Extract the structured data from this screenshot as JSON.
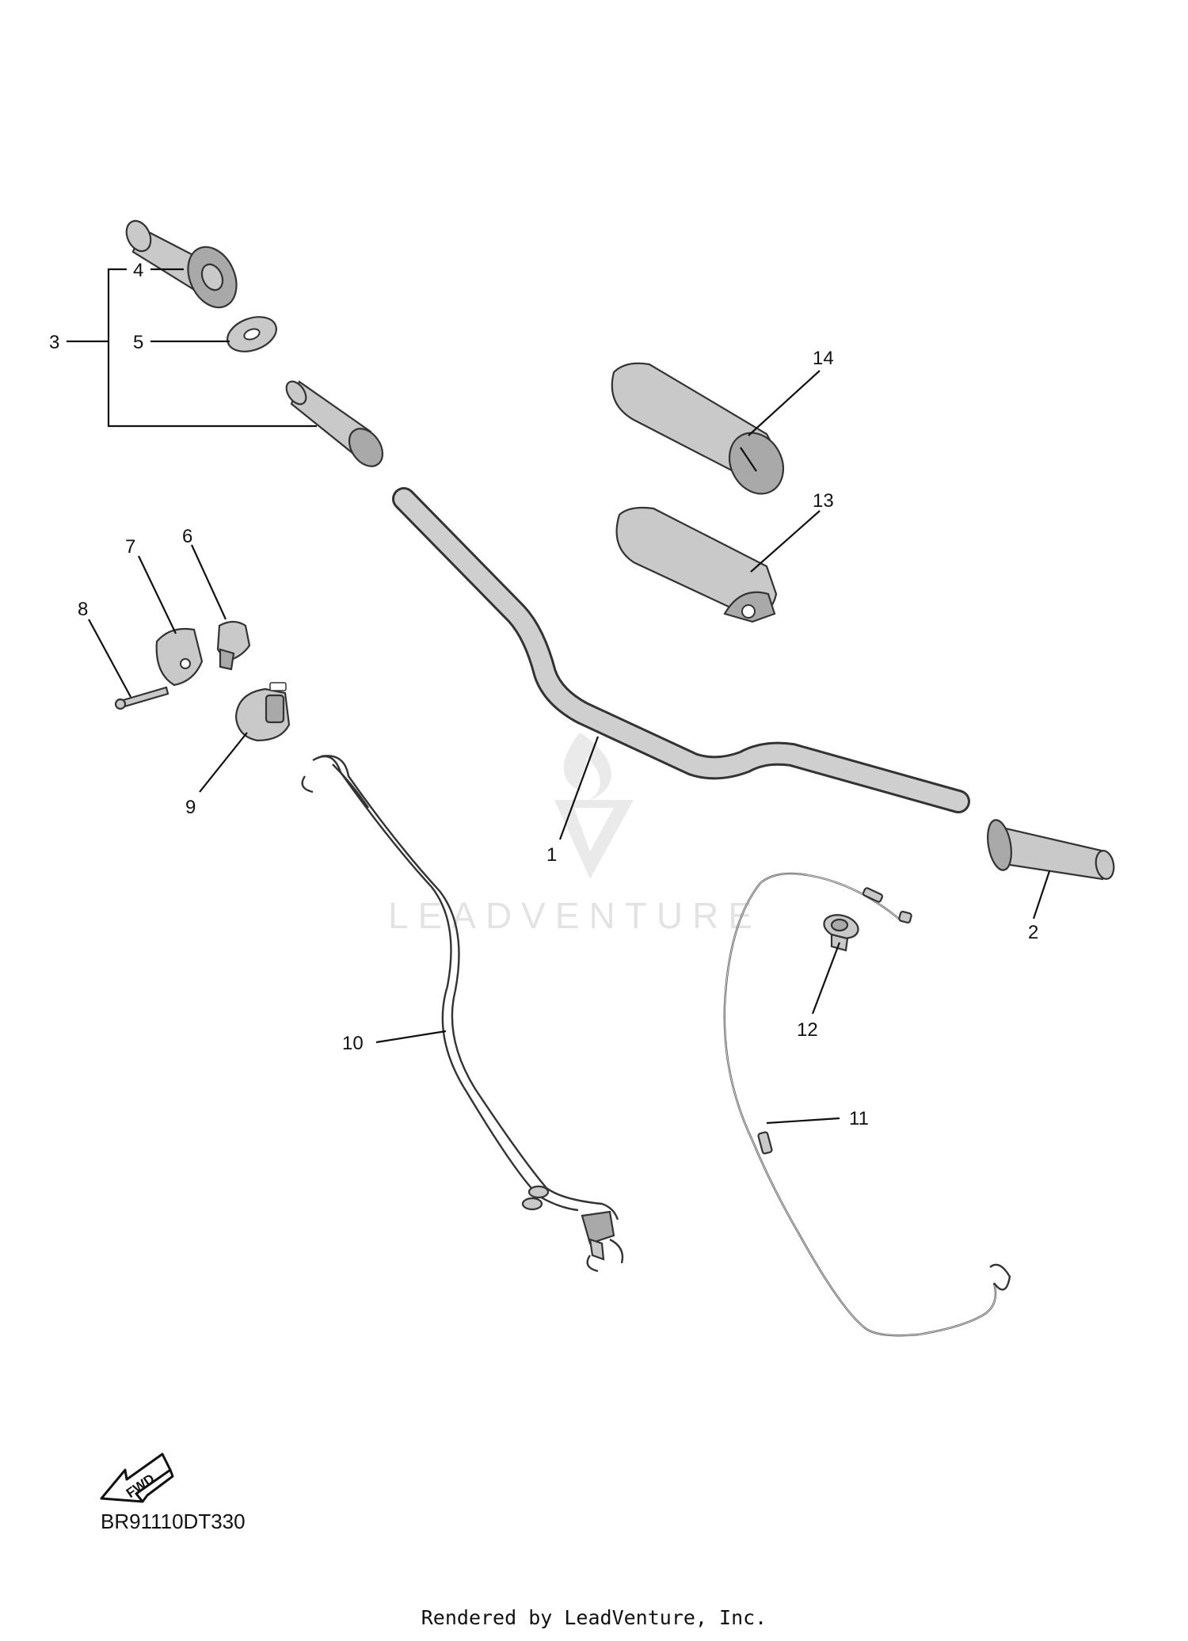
{
  "diagram": {
    "callouts": [
      {
        "id": "1",
        "label": "1"
      },
      {
        "id": "2",
        "label": "2"
      },
      {
        "id": "3",
        "label": "3"
      },
      {
        "id": "4",
        "label": "4"
      },
      {
        "id": "5",
        "label": "5"
      },
      {
        "id": "6",
        "label": "6"
      },
      {
        "id": "7",
        "label": "7"
      },
      {
        "id": "8",
        "label": "8"
      },
      {
        "id": "9",
        "label": "9"
      },
      {
        "id": "10",
        "label": "10"
      },
      {
        "id": "11",
        "label": "11"
      },
      {
        "id": "12",
        "label": "12"
      },
      {
        "id": "13",
        "label": "13"
      },
      {
        "id": "14",
        "label": "14"
      }
    ],
    "fwd_label": "FWD",
    "watermark": "LEADVENTURE",
    "doc_code": "BR91110DT330"
  },
  "footer": {
    "text": "Rendered by LeadVenture, Inc."
  }
}
